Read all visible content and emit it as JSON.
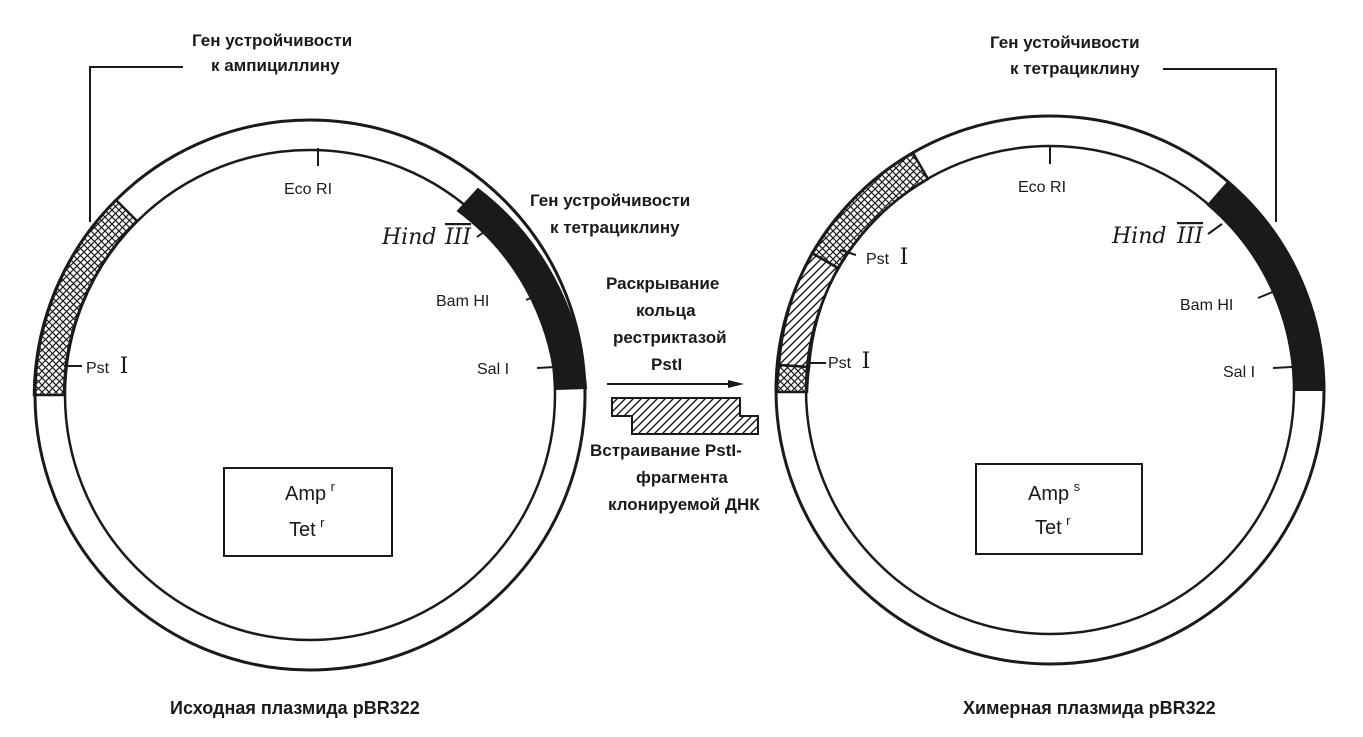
{
  "left_plasmid": {
    "caption": "Исходная плазмида pBR322",
    "amp_gene_label": [
      "Ген устройчивости",
      "к ампициллину"
    ],
    "tet_gene_label": [
      "Ген устройчивости",
      "к тетрациклину"
    ],
    "sites": {
      "eco": "Eco RI",
      "hind_name": "Hind",
      "hind_num": "III",
      "bam": "Bam HI",
      "sal": "Sal I",
      "pst_name": "Pst",
      "pst_num": "I"
    },
    "box": {
      "amp_base": "Amp",
      "amp_sup": "r",
      "tet_base": "Tet",
      "tet_sup": "r"
    }
  },
  "right_plasmid": {
    "caption": "Химерная плазмида pBR322",
    "tet_gene_label": [
      "Ген устойчивости",
      "к тетрациклину"
    ],
    "sites": {
      "eco": "Eco RI",
      "hind_name": "Hind",
      "hind_num": "III",
      "bam": "Bam HI",
      "sal": "Sal I",
      "pst_name": "Pst",
      "pst_num": "I"
    },
    "box": {
      "amp_base": "Amp",
      "amp_sup": "s",
      "tet_base": "Tet",
      "tet_sup": "r"
    }
  },
  "center": {
    "step1": [
      "Раскрывание",
      "кольца",
      "рестриктазой",
      "PstI"
    ],
    "step2": [
      "Встраивание PstI-",
      "фрагмента",
      "клонируемой ДНК"
    ]
  },
  "colors": {
    "ink": "#1a1a1a",
    "paper": "#ffffff"
  }
}
